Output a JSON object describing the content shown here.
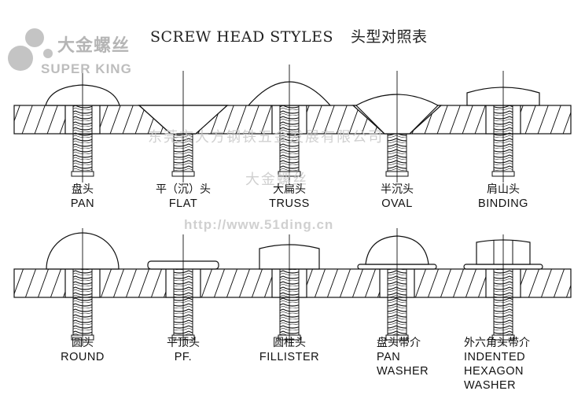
{
  "title": {
    "en": "SCREW HEAD STYLES",
    "cn": "头型对照表"
  },
  "logo": {
    "cn": "大金螺丝",
    "en": "SUPER KING"
  },
  "watermarks": {
    "line1": "东莞市大方钢铁五金发展有限公司",
    "line2": "大金螺丝",
    "url": "http://www.51ding.cn"
  },
  "row1": [
    {
      "cn": "盘头",
      "en": [
        "PAN"
      ]
    },
    {
      "cn": "平（沉）头",
      "en": [
        "FLAT"
      ]
    },
    {
      "cn": "大扁头",
      "en": [
        "TRUSS"
      ]
    },
    {
      "cn": "半沉头",
      "en": [
        "OVAL"
      ]
    },
    {
      "cn": "肩山头",
      "en": [
        "BINDING"
      ]
    }
  ],
  "row2": [
    {
      "cn": "圆头",
      "en": [
        "ROUND"
      ]
    },
    {
      "cn": "平顶头",
      "en": [
        "PF."
      ]
    },
    {
      "cn": "圆柱头",
      "en": [
        "FILLISTER"
      ]
    },
    {
      "cn": "盘头带介",
      "en": [
        "PAN",
        "WASHER"
      ]
    },
    {
      "cn": "外六角头带介",
      "en": [
        "INDENTED",
        "HEXAGON",
        "WASHER"
      ]
    }
  ]
}
